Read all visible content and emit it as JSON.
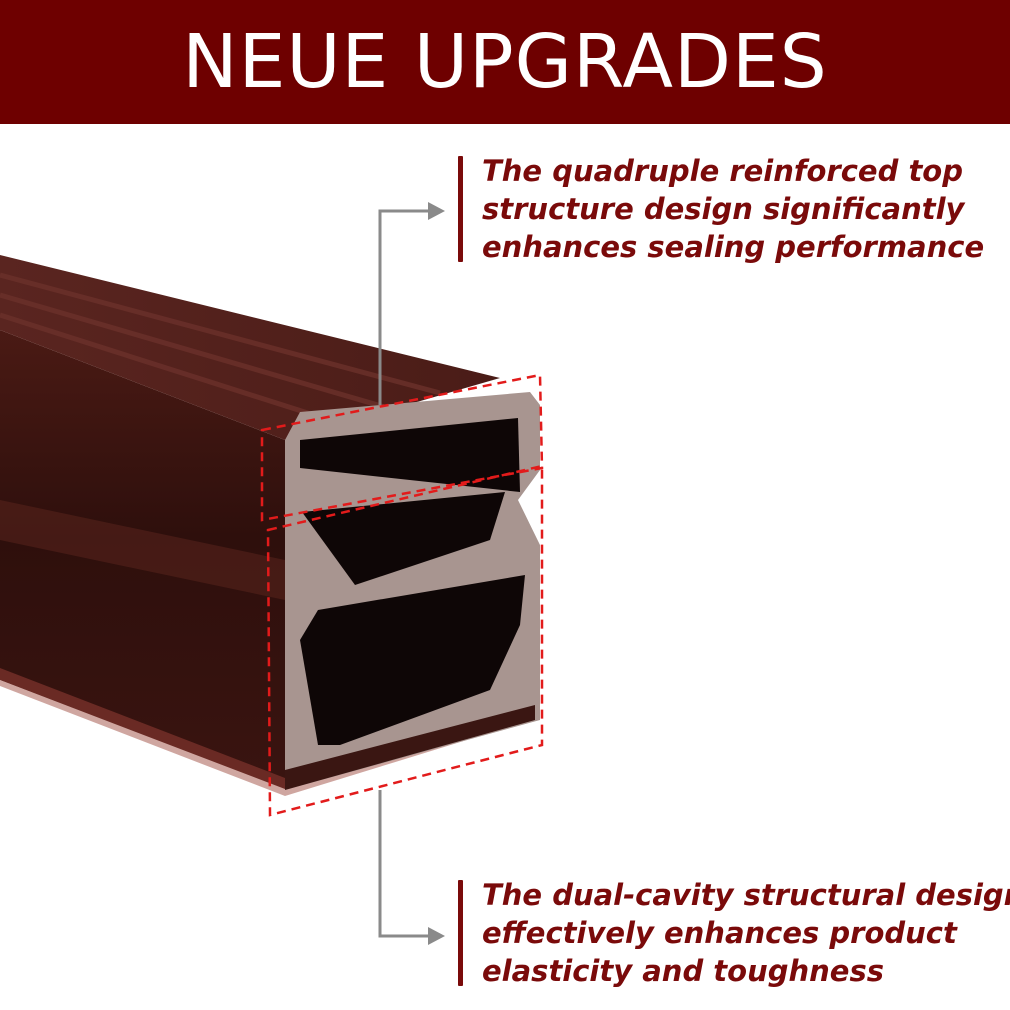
{
  "banner": {
    "title": "NEUE UPGRADES",
    "color": "#6e0000"
  },
  "callouts": {
    "top": [
      "The quadruple reinforced top",
      "structure design significantly",
      "enhances sealing performance"
    ],
    "bottom": [
      "The dual-cavity structural design",
      "effectively enhances product",
      "elasticity and toughness"
    ]
  },
  "colors": {
    "text": "#7a0a0a",
    "strip": "#3b1410",
    "profile": "#a89590",
    "highlight": "#e21b1b"
  }
}
